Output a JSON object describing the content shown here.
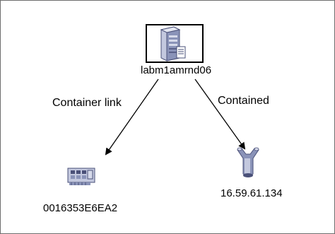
{
  "diagram": {
    "nodes": [
      {
        "id": "host",
        "label": "labm1amrnd06",
        "icon": "server-icon",
        "selected": true
      },
      {
        "id": "interface",
        "label": "0016353E6EA2",
        "icon": "network-interface-card-icon"
      },
      {
        "id": "ip",
        "label": "16.59.61.134",
        "icon": "ip-address-icon"
      }
    ],
    "edges": [
      {
        "from": "host",
        "to": "interface",
        "label": "Container link"
      },
      {
        "from": "host",
        "to": "ip",
        "label": "Contained"
      }
    ]
  },
  "colors": {
    "border": "#6e6e6e",
    "edge": "#000000",
    "icon_primary": "#8a93b8",
    "icon_dark": "#4a5078",
    "icon_light": "#d6daea"
  }
}
